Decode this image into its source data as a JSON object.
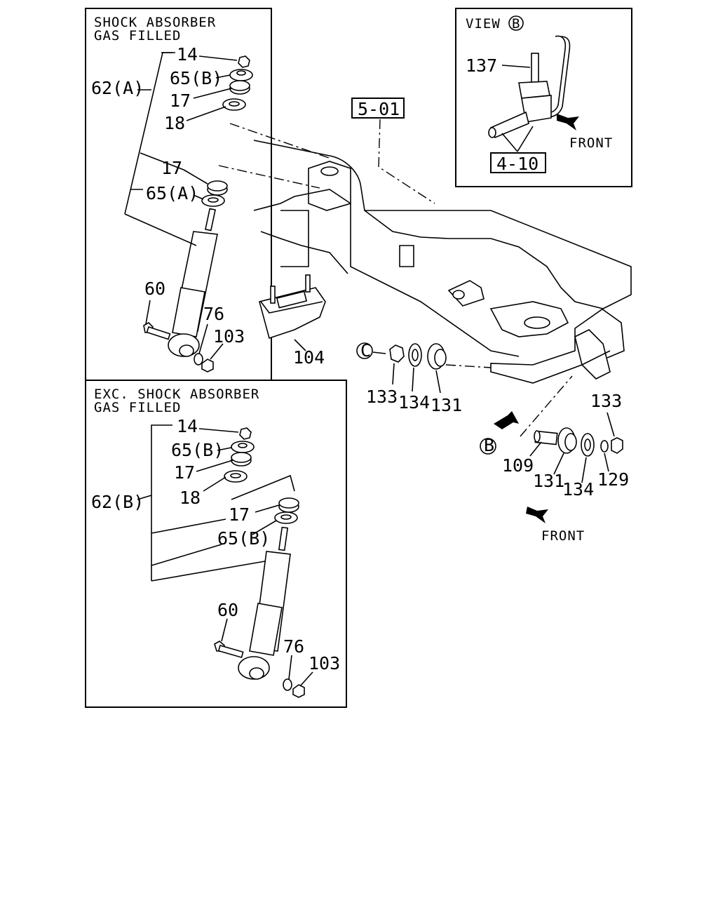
{
  "panels": {
    "gas_filled": {
      "title_line1": "SHOCK ABSORBER",
      "title_line2": "GAS FILLED"
    },
    "exc_gas_filled": {
      "title_line1": "EXC. SHOCK ABSORBER",
      "title_line2": "GAS FILLED"
    },
    "view_b": {
      "title": "VIEW",
      "marker": "B",
      "front_label": "FRONT"
    }
  },
  "callouts": {
    "a_14": "14",
    "a_65b": "65(B)",
    "a_62a": "62(A)",
    "a_17_top": "17",
    "a_18": "18",
    "a_17_low": "17",
    "a_65a": "65(A)",
    "a_60": "60",
    "a_76": "76",
    "a_103": "103",
    "b_14": "14",
    "b_65b_top": "65(B)",
    "b_17_top": "17",
    "b_62b": "62(B)",
    "b_18": "18",
    "b_17_low": "17",
    "b_65b_low": "65(B)",
    "b_60": "60",
    "b_76": "76",
    "b_103": "103",
    "ref_501": "5-01",
    "ref_410": "4-10",
    "v_137": "137",
    "m_104": "104",
    "m_133": "133",
    "m_134": "134",
    "m_131": "131",
    "r_133": "133",
    "r_109": "109",
    "r_131": "131",
    "r_134": "134",
    "r_129": "129"
  },
  "markers": {
    "circle_c": "C",
    "circle_b": "B"
  },
  "front_label": "FRONT"
}
